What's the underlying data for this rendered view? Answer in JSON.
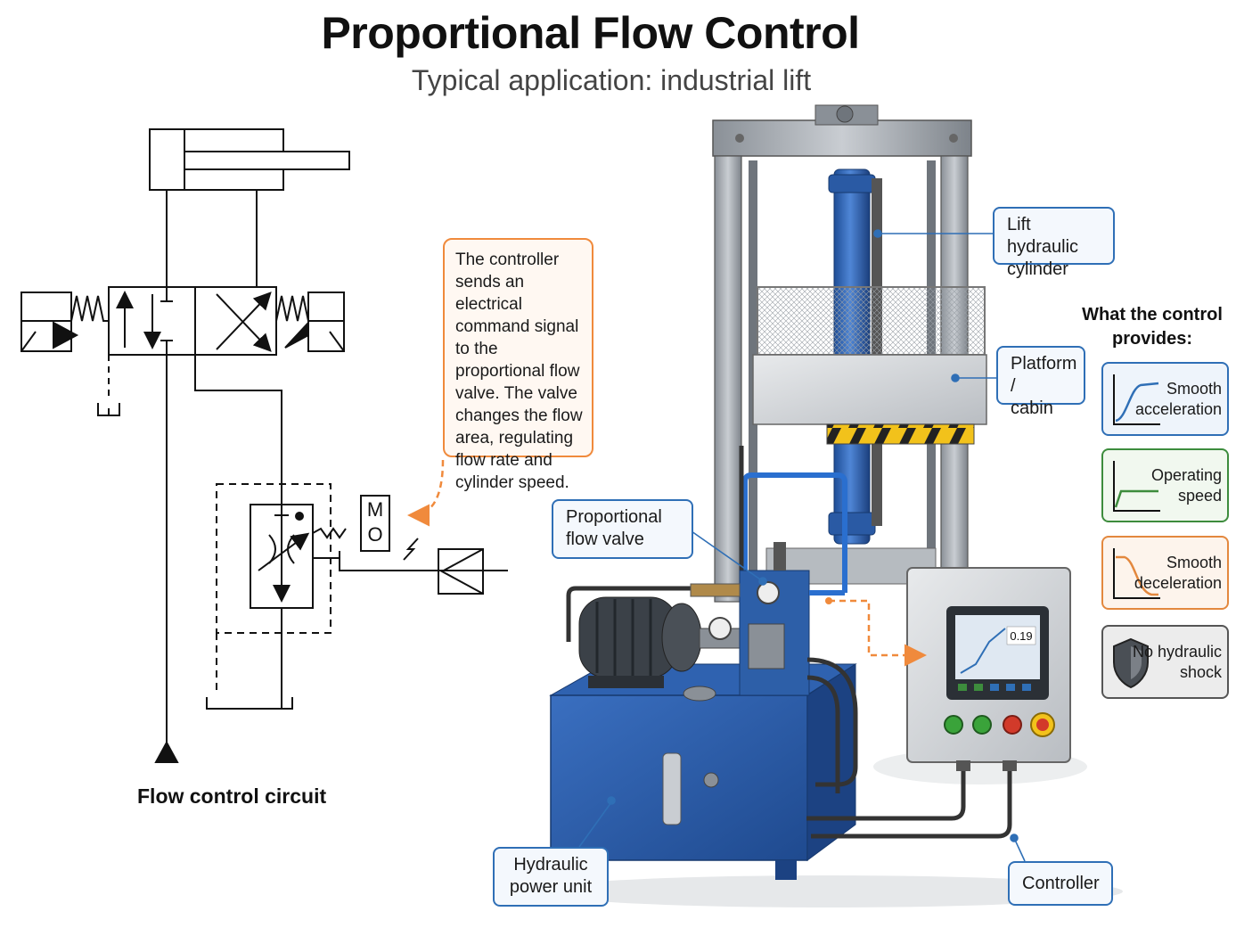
{
  "title": "Proportional Flow Control",
  "subtitle": "Typical application: industrial lift",
  "callout": "The controller sends an electrical command signal to the proportional flow valve. The valve changes the flow area, regulating flow rate and cylinder speed.",
  "circuit_caption": "Flow control circuit",
  "circuit_symbol_letters": {
    "m": "M",
    "o": "O"
  },
  "labels": {
    "lift_cylinder": [
      "Lift hydraulic",
      "cylinder"
    ],
    "platform": [
      "Platform /",
      "cabin"
    ],
    "proportional_valve": [
      "Proportional",
      "flow valve"
    ],
    "power_unit": [
      "Hydraulic",
      "power unit"
    ],
    "controller": "Controller"
  },
  "hmi_value": "0.19",
  "provides": {
    "title": [
      "What the control",
      "provides:"
    ],
    "items": [
      {
        "lines": [
          "Smooth",
          "acceleration"
        ],
        "icon": "acceleration-curve-icon",
        "color": "#2f6fb6",
        "bg": "#eef4fb"
      },
      {
        "lines": [
          "Operating",
          "speed"
        ],
        "icon": "constant-speed-icon",
        "color": "#3d8c3d",
        "bg": "#f1f8ef"
      },
      {
        "lines": [
          "Smooth",
          "deceleration"
        ],
        "icon": "deceleration-curve-icon",
        "color": "#e3883e",
        "bg": "#fdf4ec"
      },
      {
        "lines": [
          "No hydraulic",
          "shock"
        ],
        "icon": "shield-icon",
        "color": "#555555",
        "bg": "#ececec"
      }
    ]
  },
  "colors": {
    "accent_blue": "#2f6fb6",
    "callout_orange": "#f08a3c",
    "machine_blue": "#2d5fa8",
    "frame_gray": "#9aa0a6"
  }
}
